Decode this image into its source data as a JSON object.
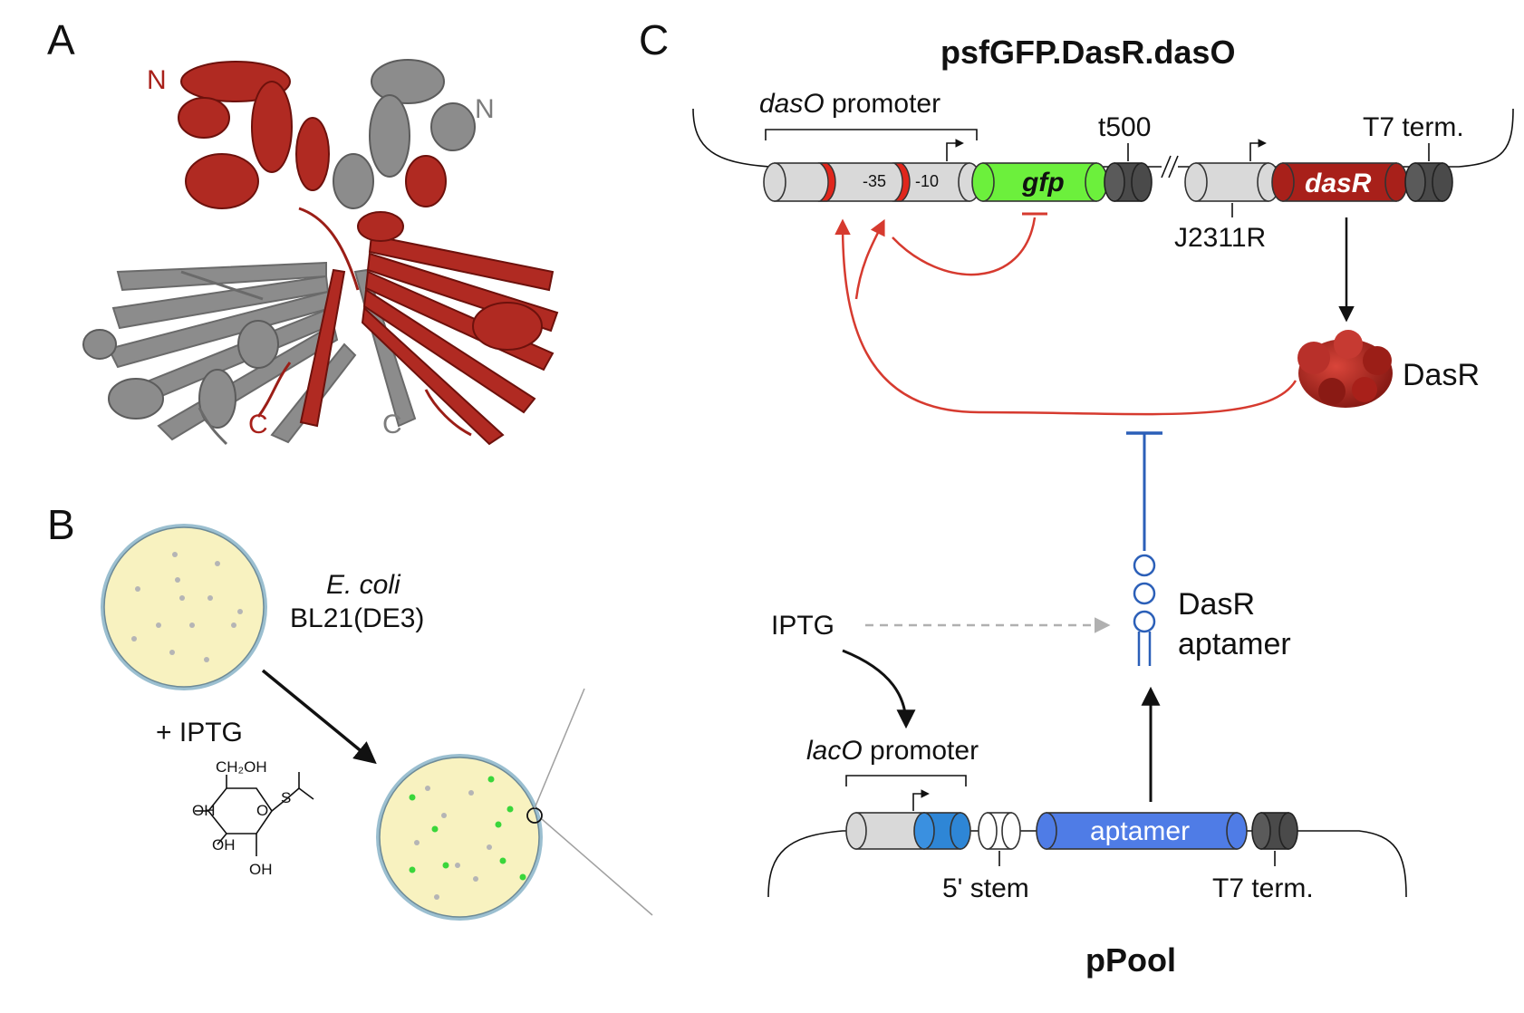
{
  "panels": {
    "a": "A",
    "b": "B",
    "c": "C"
  },
  "panel_a": {
    "n_red": "N",
    "n_gray": "N",
    "c_red": "C",
    "c_gray": "C",
    "colors": {
      "red": "#a8201a",
      "gray": "#7c7c7c"
    }
  },
  "panel_b": {
    "organism": "E. coli",
    "strain": "BL21(DE3)",
    "inducer": "+ IPTG",
    "chem_labels": {
      "ch2oh": "CH₂OH",
      "oh1": "OH",
      "oh2": "OH",
      "oh3": "OH",
      "o": "O",
      "s": "S"
    },
    "colors": {
      "agar": "#f8f2c0",
      "rim": "#9bbfd0",
      "colony": "#b5b5b5",
      "hit": "#3ad63a"
    }
  },
  "panel_c": {
    "top_plasmid": "psfGFP.DasR.dasO",
    "daso_italic": "dasO",
    "daso_rest": " promoter",
    "m35": "-35",
    "m10": "-10",
    "gfp": "gfp",
    "t500": "t500",
    "j2311r": "J2311R",
    "dasr_gene": "dasR",
    "t7_top": "T7 term.",
    "dasr_protein": "DasR",
    "aptamer_l1": "DasR",
    "aptamer_l2": "aptamer",
    "iptg": "IPTG",
    "laco_italic": "lacO",
    "laco_rest": " promoter",
    "aptamer_gene": "aptamer",
    "stem": "5' stem",
    "t7_bottom": "T7 term.",
    "bottom_plasmid": "pPool",
    "colors": {
      "red_line": "#d63a2f",
      "blue_line": "#2b5fb8",
      "gfp": "#6cf03c",
      "dasr": "#a8201a",
      "aptamer": "#4f7ce6",
      "terminator": "#4a4a4a",
      "promoter": "#d9d9d9"
    }
  }
}
